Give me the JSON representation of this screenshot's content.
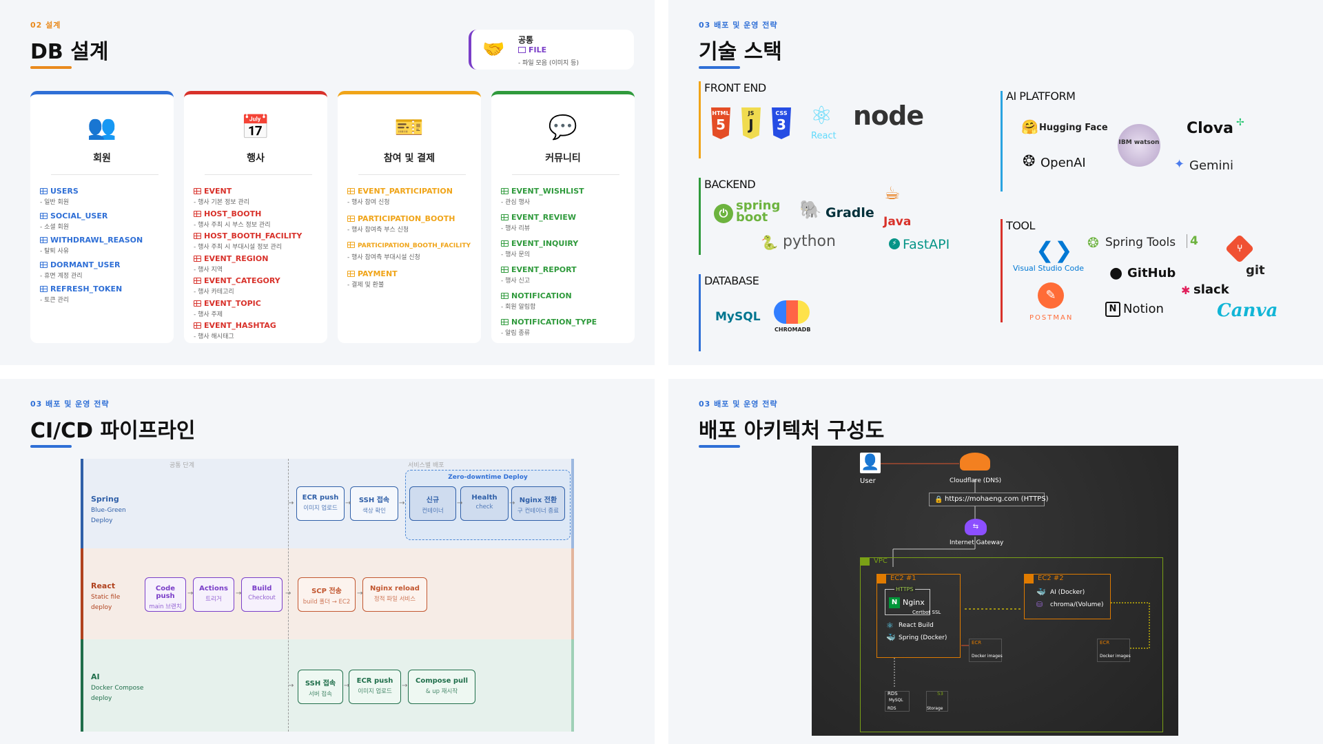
{
  "s1": {
    "section": "02 설계",
    "title": "DB 설계",
    "common": {
      "heading": "공통",
      "table": "FILE",
      "desc": "- 파일 모음 (이미지 등)"
    },
    "columns": [
      {
        "title": "회원",
        "color": "#2f6fd6",
        "tables": [
          {
            "name": "USERS",
            "desc": "- 일반 회원"
          },
          {
            "name": "SOCIAL_USER",
            "desc": "- 소셜 회원"
          },
          {
            "name": "WITHDRAWL_REASON",
            "desc": "- 탈퇴 사유"
          },
          {
            "name": "DORMANT_USER",
            "desc": "- 휴면 계정 관리"
          },
          {
            "name": "REFRESH_TOKEN",
            "desc": "- 토큰 관리"
          }
        ]
      },
      {
        "title": "행사",
        "color": "#d8312a",
        "tables": [
          {
            "name": "EVENT",
            "desc": "- 행사 기본 정보 관리"
          },
          {
            "name": "HOST_BOOTH",
            "desc": "- 행사 주최 시 부스 정보 관리"
          },
          {
            "name": "HOST_BOOTH_FACILITY",
            "desc": "- 행사 주최 시 부대시설 정보 관리"
          },
          {
            "name": "EVENT_REGION",
            "desc": "- 행사 지역"
          },
          {
            "name": "EVENT_CATEGORY",
            "desc": "- 행사 카테고리"
          },
          {
            "name": "EVENT_TOPIC",
            "desc": "- 행사 주제"
          },
          {
            "name": "EVENT_HASHTAG",
            "desc": "- 행사 해시태그"
          }
        ]
      },
      {
        "title": "참여 및 결제",
        "color": "#f0a418",
        "tables": [
          {
            "name": "EVENT_PARTICIPATION",
            "desc": "- 행사 참여 신청"
          },
          {
            "name": "PARTICIPATION_BOOTH",
            "desc": "- 행사 참여측 부스 신청"
          },
          {
            "name": "PARTICIPATION_BOOTH_FACILITY",
            "desc": "- 행사 참여측 부대시설 신청"
          },
          {
            "name": "PAYMENT",
            "desc": "- 결제 및 환불"
          }
        ]
      },
      {
        "title": "커뮤니티",
        "color": "#2f9a3c",
        "tables": [
          {
            "name": "EVENT_WISHLIST",
            "desc": "- 관심 행사"
          },
          {
            "name": "EVENT_REVIEW",
            "desc": "- 행사 리뷰"
          },
          {
            "name": "EVENT_INQUIRY",
            "desc": "- 행사 문의"
          },
          {
            "name": "EVENT_REPORT",
            "desc": "- 행사 신고"
          },
          {
            "name": "NOTIFICATION",
            "desc": "- 회원 알림함"
          },
          {
            "name": "NOTIFICATION_TYPE",
            "desc": "- 알림 종류"
          }
        ]
      }
    ]
  },
  "s2": {
    "section": "03 배포 및 운영 전략",
    "title": "기술 스택",
    "groups": {
      "frontend": "FRONT END",
      "backend": "BACKEND",
      "database": "DATABASE",
      "ai": "AI PLATFORM",
      "tool": "TOOL"
    },
    "logos": {
      "html": "HTML",
      "js": "JS",
      "css": "CSS",
      "react": "React",
      "node": "node",
      "spring": "spring",
      "boot": "boot",
      "gradle": "Gradle",
      "java": "Java",
      "python": "python",
      "fastapi": "FastAPI",
      "mysql": "MySQL",
      "chroma": "CHROMADB",
      "hf": "Hugging Face",
      "watson": "IBM watson",
      "clova": "Clova",
      "openai": "OpenAI",
      "gemini": "Gemini",
      "vscode": "Visual Studio Code",
      "springtools": "Spring Tools",
      "springtools4": "4",
      "git": "git",
      "github": "GitHub",
      "slack": "slack",
      "postman": "POSTMAN",
      "notion": "Notion",
      "canva": "Canva"
    },
    "colors": {
      "frontend": "#f0a418",
      "backend": "#2f9a3c",
      "database": "#2f6fd6",
      "ai": "#29a3e0",
      "tool": "#d8312a"
    }
  },
  "s3": {
    "section": "03 배포 및 운영 전략",
    "title": "CI/CD 파이프라인",
    "stages": {
      "common": "공통 단계",
      "service": "서비스별 배포"
    },
    "lanes": [
      {
        "title": "Spring",
        "sub1": "Blue-Green",
        "sub2": "Deploy",
        "color": "#2f5fa8"
      },
      {
        "title": "React",
        "sub1": "Static file",
        "sub2": "deploy",
        "color": "#b0421e"
      },
      {
        "title": "AI",
        "sub1": "Docker Compose",
        "sub2": "deploy",
        "color": "#1f6e4a"
      }
    ],
    "zero": "Zero-downtime Deploy",
    "spring_boxes": [
      {
        "a": "ECR push",
        "b": "이미지 업로드"
      },
      {
        "a": "SSH 접속",
        "b": "색상 확인"
      },
      {
        "a": "신규",
        "b": "컨테이너"
      },
      {
        "a": "Health",
        "b": "check"
      },
      {
        "a": "Nginx 전환",
        "b": "구 컨테이너 종료"
      }
    ],
    "react_common": [
      {
        "a": "Code push",
        "b": "main 브랜치"
      },
      {
        "a": "Actions",
        "b": "트리거"
      },
      {
        "a": "Build",
        "b": "Checkout"
      }
    ],
    "react_boxes": [
      {
        "a": "SCP 전송",
        "b": "build 폴더 → EC2"
      },
      {
        "a": "Nginx reload",
        "b": "정적 파일 서비스"
      }
    ],
    "ai_boxes": [
      {
        "a": "SSH 접속",
        "b": "서버 접속"
      },
      {
        "a": "ECR push",
        "b": "이미지 업로드"
      },
      {
        "a": "Compose pull",
        "b": "& up 재시작"
      }
    ]
  },
  "s4": {
    "section": "03 배포 및 운영 전략",
    "title": "배포 아키텍처 구성도",
    "labels": {
      "user": "User",
      "cloudflare": "Cloudflare (DNS)",
      "url": "https://mohaeng.com (HTTPS)",
      "igw": "Internet Gateway",
      "vpc": "VPC",
      "ec2a": "EC2 #1",
      "ec2b": "EC2 #2",
      "https": "HTTPS",
      "nginx": "Nginx",
      "certbot": "Certbot SSL",
      "react": "React Build",
      "spring": "Spring (Docker)",
      "ai": "AI (Docker)",
      "chroma": "chroma/(Volume)",
      "ecr": "ECR",
      "ecr_sub": "Docker images",
      "rds": "RDS",
      "rds_sub": "MySQL",
      "rds_cap": "RDS",
      "s3": "S3",
      "s3_cap": "Storage"
    }
  }
}
